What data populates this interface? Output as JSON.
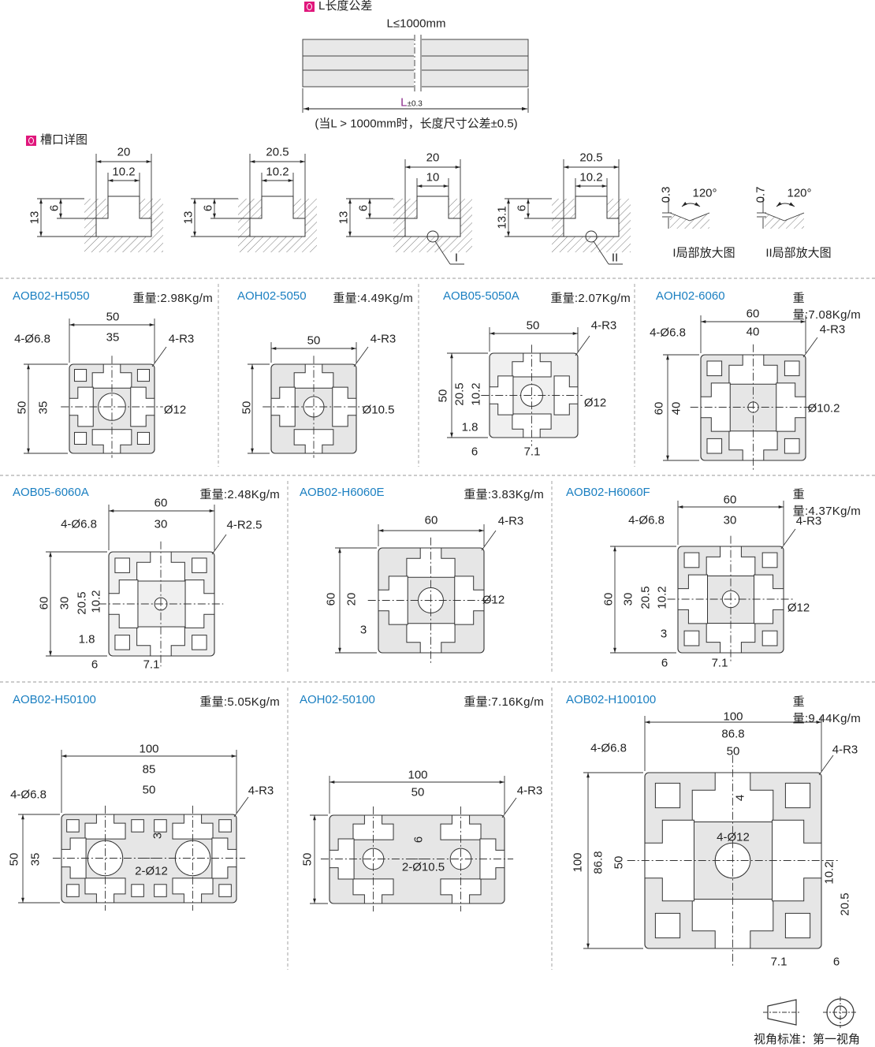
{
  "length_tolerance": {
    "title": "L长度公差",
    "max_length": "L≤1000mm",
    "dim_L": "L",
    "dim_tol": "±0.3",
    "note": "(当L > 1000mm时，长度尺寸公差±0.5)"
  },
  "slot_details": {
    "title": "槽口详图",
    "slots": [
      {
        "dims": [
          "20",
          "10.2",
          "6",
          "13"
        ]
      },
      {
        "dims": [
          "20.5",
          "10.2",
          "6",
          "13"
        ]
      },
      {
        "dims": [
          "20",
          "10",
          "6",
          "13",
          "I"
        ]
      },
      {
        "dims": [
          "20.5",
          "10.2",
          "6",
          "13.1",
          "II"
        ]
      }
    ],
    "zoom_views": [
      {
        "dims": [
          "0.3",
          "120°"
        ],
        "caption": "I局部放大图"
      },
      {
        "dims": [
          "0.7",
          "120°"
        ],
        "caption": "II局部放大图"
      }
    ]
  },
  "profiles": [
    {
      "name": "AOB02-H5050",
      "weight": "重量:2.98Kg/m",
      "dims": [
        "50",
        "35",
        "4-Ø6.8",
        "4-R3",
        "50",
        "35",
        "Ø12"
      ]
    },
    {
      "name": "AOH02-5050",
      "weight": "重量:4.49Kg/m",
      "dims": [
        "50",
        "4-R3",
        "50",
        "Ø10.5"
      ]
    },
    {
      "name": "AOB05-5050A",
      "weight": "重量:2.07Kg/m",
      "dims": [
        "50",
        "4-R3",
        "50",
        "20.5",
        "10.2",
        "Ø12",
        "1.8",
        "6",
        "7.1"
      ]
    },
    {
      "name": "AOH02-6060",
      "weight": "重量:7.08Kg/m",
      "dims": [
        "60",
        "40",
        "4-Ø6.8",
        "4-R3",
        "60",
        "40",
        "Ø10.2"
      ]
    },
    {
      "name": "AOB05-6060A",
      "weight": "重量:2.48Kg/m",
      "dims": [
        "60",
        "30",
        "4-Ø6.8",
        "4-R2.5",
        "60",
        "30",
        "20.5",
        "10.2",
        "1.8",
        "6",
        "7.1"
      ]
    },
    {
      "name": "AOB02-H6060E",
      "weight": "重量:3.83Kg/m",
      "dims": [
        "60",
        "4-R3",
        "60",
        "20",
        "3",
        "Ø12"
      ]
    },
    {
      "name": "AOB02-H6060F",
      "weight": "重量:4.37Kg/m",
      "dims": [
        "60",
        "30",
        "4-Ø6.8",
        "4-R3",
        "60",
        "30",
        "20.5",
        "10.2",
        "3",
        "Ø12",
        "6",
        "7.1"
      ]
    },
    {
      "name": "AOB02-H50100",
      "weight": "重量:5.05Kg/m",
      "dims": [
        "100",
        "85",
        "50",
        "4-Ø6.8",
        "4-R3",
        "50",
        "35",
        "3",
        "2-Ø12"
      ]
    },
    {
      "name": "AOH02-50100",
      "weight": "重量:7.16Kg/m",
      "dims": [
        "100",
        "50",
        "4-R3",
        "50",
        "6",
        "2-Ø10.5"
      ]
    },
    {
      "name": "AOB02-H100100",
      "weight": "重量:9.44Kg/m",
      "dims": [
        "100",
        "86.8",
        "50",
        "4-Ø6.8",
        "4-R3",
        "4",
        "4-Ø12",
        "100",
        "86.8",
        "50",
        "10.2",
        "20.5",
        "7.1",
        "6"
      ]
    }
  ],
  "footer": {
    "view_standard": "视角标准：第一视角"
  },
  "colors": {
    "section_marker": "#e0177c",
    "profile_name": "#1a7fc1",
    "profile_fill": "#e6e6e6",
    "tolerance_text": "#8b2d8b"
  }
}
